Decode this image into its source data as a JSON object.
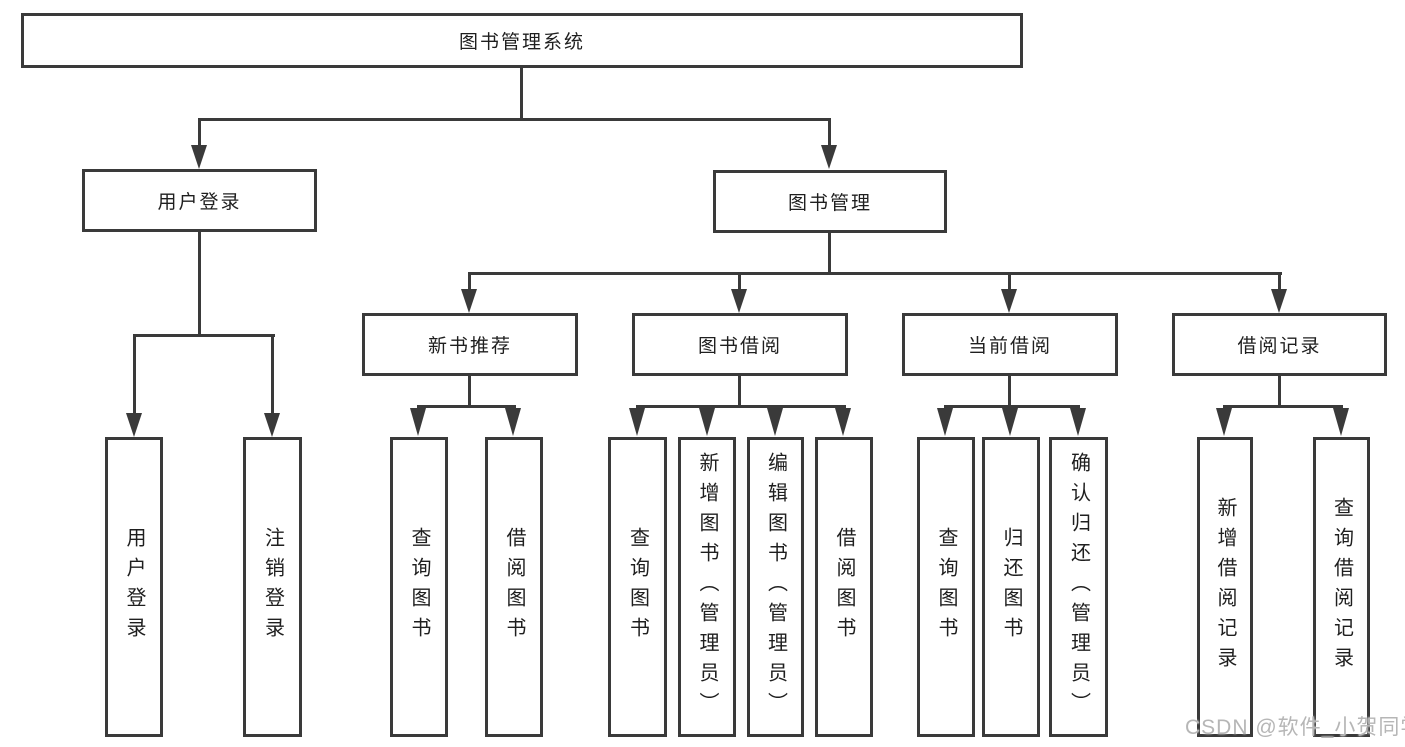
{
  "tree": {
    "root": {
      "label": "图书管理系统"
    },
    "children": [
      {
        "label": "用户登录",
        "children": [
          {
            "label": "用户登录"
          },
          {
            "label": "注销登录"
          }
        ]
      },
      {
        "label": "图书管理",
        "children": [
          {
            "label": "新书推荐",
            "children": [
              {
                "label": "查询图书"
              },
              {
                "label": "借阅图书"
              }
            ]
          },
          {
            "label": "图书借阅",
            "children": [
              {
                "label": "查询图书"
              },
              {
                "label": "新增图书（管理员）"
              },
              {
                "label": "编辑图书（管理员）"
              },
              {
                "label": "借阅图书"
              }
            ]
          },
          {
            "label": "当前借阅",
            "children": [
              {
                "label": "查询图书"
              },
              {
                "label": "归还图书"
              },
              {
                "label": "确认归还（管理员）"
              }
            ]
          },
          {
            "label": "借阅记录",
            "children": [
              {
                "label": "新增借阅记录"
              },
              {
                "label": "查询借阅记录"
              }
            ]
          }
        ]
      }
    ]
  },
  "watermark": {
    "text": "CSDN @软件_小贺同学"
  },
  "colors": {
    "line": "#3a3a3a",
    "text": "#1f1f1f",
    "background": "#ffffff",
    "watermark": "#b6b6b6"
  }
}
